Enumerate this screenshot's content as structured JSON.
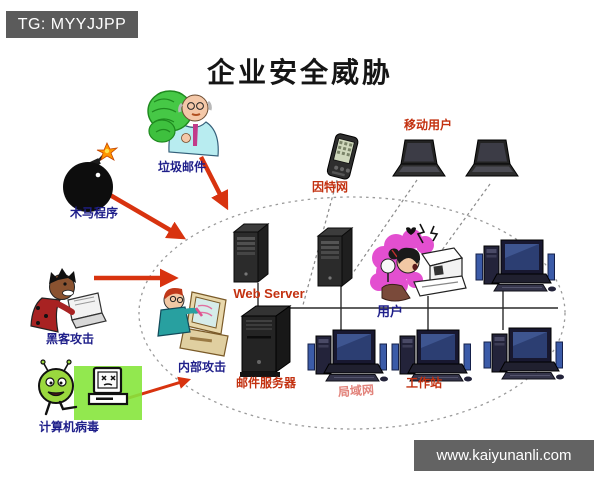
{
  "header": {
    "watermark": "TG: MYYJJPP",
    "title": "企业安全威胁"
  },
  "footer": {
    "watermark": "www.kaiyunanli.com"
  },
  "diagram": {
    "labels": {
      "trojan": "木马程序",
      "spam": "垃圾邮件",
      "internet": "因特网",
      "mobile_user": "移动用户",
      "web_server": "Web Server",
      "mail_server": "邮件服务器",
      "hacker": "黑客攻击",
      "insider": "内部攻击",
      "virus": "计算机病毒",
      "user": "用户",
      "workstation": "工作站",
      "lan": "局域网"
    },
    "icons": {
      "bomb-icon": "trojan bomb with lit fuse",
      "spam-sender-icon": "man holding cash",
      "pda-icon": "handheld internet device",
      "laptop-icon": "mobile user laptop",
      "web-server-icon": "tower server",
      "server-tower-icon": "tower server",
      "mail-server-icon": "large tower server",
      "hacker-icon": "hacker at laptop",
      "insider-icon": "insider at terminal",
      "user-at-computer-icon": "frustrated user at pc",
      "virus-icon": "green bug kicking computer",
      "desktop-computer-icon": "desktop workstation",
      "lan-boundary-ellipse": "dashed network boundary",
      "threat-arrow": "red attack arrow"
    },
    "colors": {
      "arrow_red": "#D8330F",
      "label_navy": "#1F1F8A",
      "label_red": "#C33110",
      "label_pink": "#E2837B",
      "badge_gray": "#5B5B5B"
    }
  }
}
